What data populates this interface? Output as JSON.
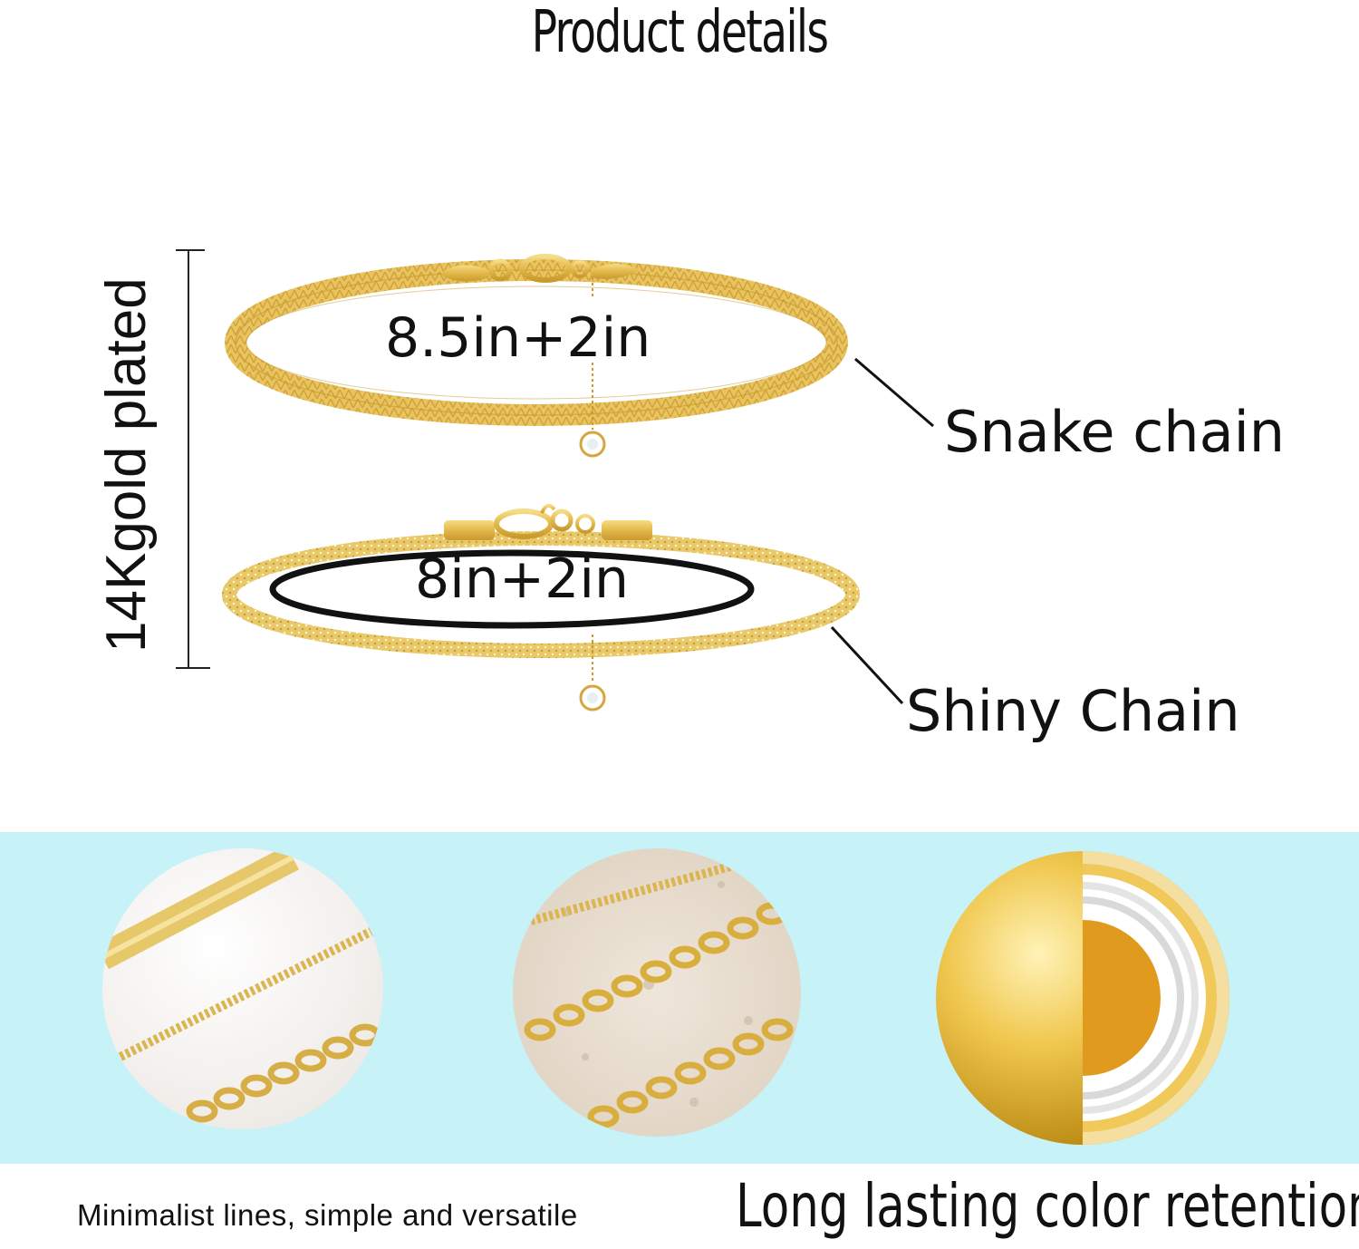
{
  "header": {
    "title": "Product details"
  },
  "side": {
    "plating_label": "14Kgold plated"
  },
  "bracelets": {
    "snake": {
      "size": "8.5in+2in",
      "name": "Snake chain"
    },
    "shiny": {
      "size": "8in+2in",
      "name": "Shiny Chain"
    }
  },
  "features": {
    "left_caption": "Minimalist lines, simple and versatile",
    "right_caption": "Long lasting color retention"
  },
  "colors": {
    "gold": "#e2b84a",
    "gold_light": "#f3d77c",
    "band": "#c7f2f7"
  }
}
